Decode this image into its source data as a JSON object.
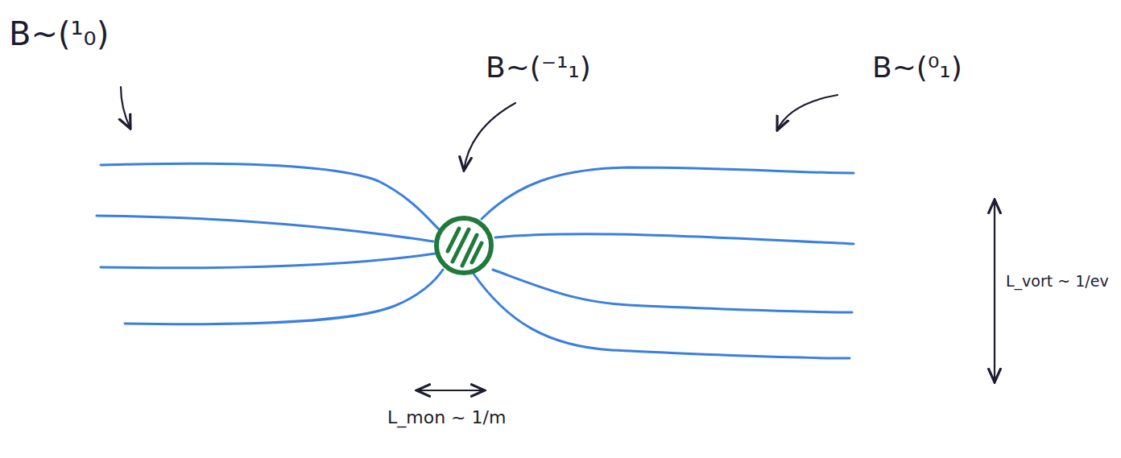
{
  "diagram": {
    "labels": [
      "B~(¹₀)",
      "B~(⁻¹₁)",
      "B~(⁰₁)",
      "L_vort ~ 1/ev",
      "L_mon ~ 1/m"
    ]
  }
}
